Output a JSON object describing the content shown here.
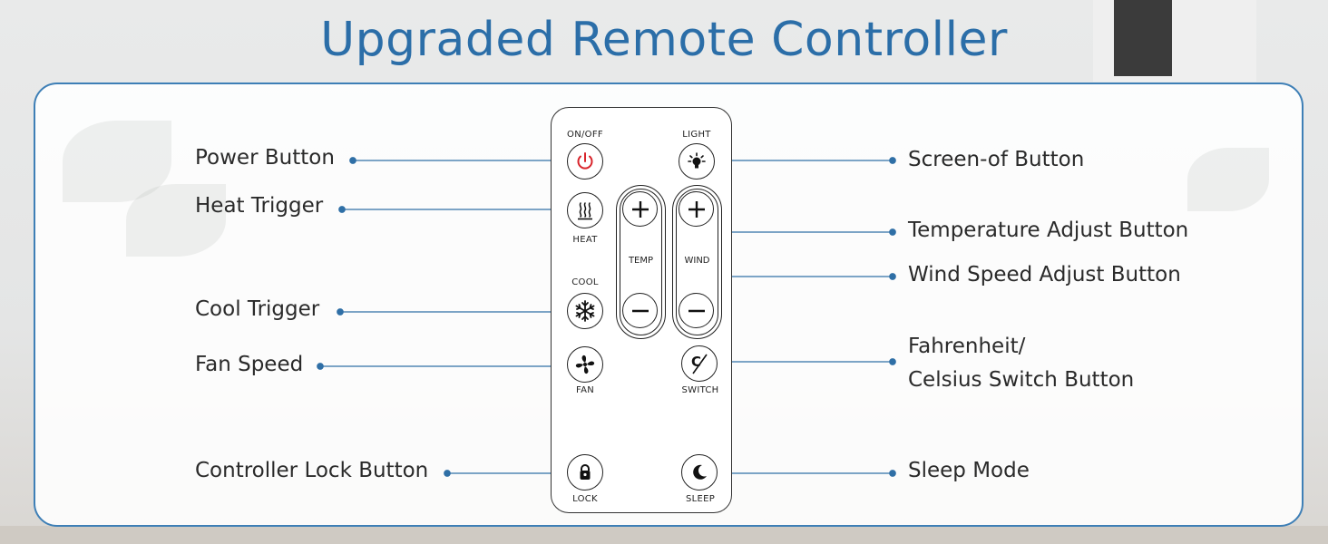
{
  "title": "Upgraded Remote Controller",
  "colors": {
    "title": "#2b6ea8",
    "line": "#2f6fa6",
    "panel_border": "#3e7fb6",
    "power_icon": "#d8242b"
  },
  "remote": {
    "buttons": {
      "power": {
        "label": "ON/OFF",
        "icon": "power-icon"
      },
      "light": {
        "label": "LIGHT",
        "icon": "lightbulb-icon"
      },
      "heat": {
        "label": "HEAT",
        "icon": "heat-waves-icon"
      },
      "cool": {
        "label": "COOL",
        "icon": "snowflake-icon"
      },
      "fan": {
        "label": "FAN",
        "icon": "fan-icon"
      },
      "switch": {
        "label": "SWITCH",
        "icon": "celsius-fahrenheit-icon",
        "glyph": "C"
      },
      "lock": {
        "label": "LOCK",
        "icon": "lock-icon"
      },
      "sleep": {
        "label": "SLEEP",
        "icon": "moon-icon"
      }
    },
    "temp_label": "TEMP",
    "wind_label": "WIND"
  },
  "callouts": {
    "left": {
      "power": "Power Button",
      "heat": "Heat Trigger",
      "cool": "Cool Trigger",
      "fan": "Fan Speed",
      "lock": "Controller Lock Button"
    },
    "right": {
      "screen": "Screen-of Button",
      "temperature": "Temperature Adjust Button",
      "wind": "Wind Speed Adjust Button",
      "switch_line1": "Fahrenheit/",
      "switch_line2": "Celsius Switch Button",
      "sleep": "Sleep Mode"
    }
  }
}
